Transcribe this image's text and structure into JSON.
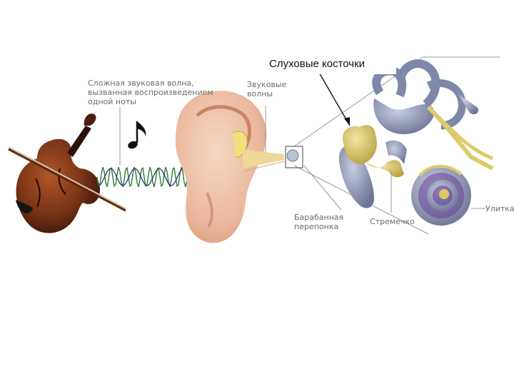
{
  "diagram": {
    "title": "Слуховые косточки",
    "labels": {
      "complex_wave": "Сложная звуковая волна,\nвызванная воспроизведением\nодной ноты",
      "sound_waves": "Звуковые\nволны",
      "eardrum": "Барабанная\nперепонка",
      "stapes": "Стремечко",
      "cochlea": "Улитка"
    },
    "colors": {
      "violin": "#6e2e14",
      "ear_skin": "#e9b79a",
      "ossicles": "#dccb6a",
      "labyrinth": "#8f97b4",
      "wave_a": "#2f7a38",
      "wave_b": "#22286e"
    }
  }
}
